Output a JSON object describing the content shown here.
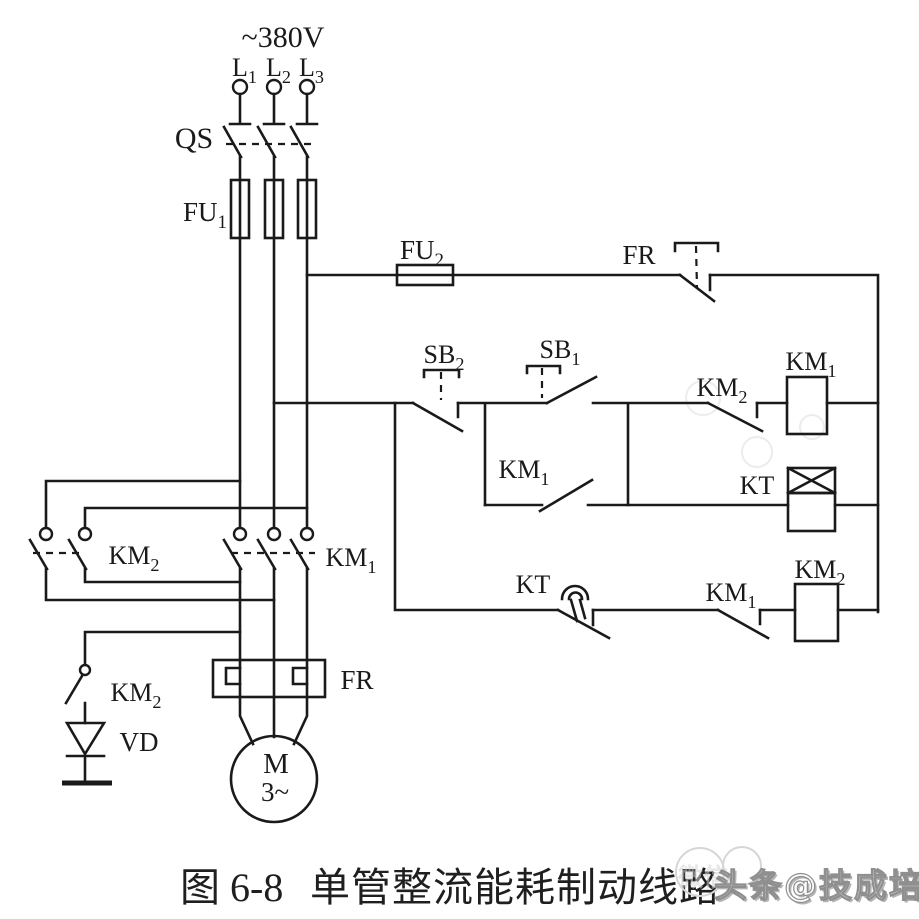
{
  "figure": {
    "supply": {
      "voltage": "~380V",
      "terminals": [
        {
          "base": "L",
          "sub": "1"
        },
        {
          "base": "L",
          "sub": "2"
        },
        {
          "base": "L",
          "sub": "3"
        }
      ]
    },
    "components": {
      "qs": "QS",
      "fu1": {
        "base": "FU",
        "sub": "1"
      },
      "fu2": {
        "base": "FU",
        "sub": "2"
      },
      "fr_nc": "FR",
      "sb2": {
        "base": "SB",
        "sub": "2"
      },
      "sb1": {
        "base": "SB",
        "sub": "1"
      },
      "km2_nc": {
        "base": "KM",
        "sub": "2"
      },
      "km1_coil": {
        "base": "KM",
        "sub": "1"
      },
      "km1_selflock": {
        "base": "KM",
        "sub": "1"
      },
      "kt_coil": "KT",
      "kt_nc": "KT",
      "km1_nc": {
        "base": "KM",
        "sub": "1"
      },
      "km2_coil": {
        "base": "KM",
        "sub": "2"
      },
      "km2_main": {
        "base": "KM",
        "sub": "2"
      },
      "km1_main": {
        "base": "KM",
        "sub": "1"
      },
      "km2_aux": {
        "base": "KM",
        "sub": "2"
      },
      "vd": "VD",
      "fr_heater": "FR",
      "motor": {
        "letter": "M",
        "phases": "3~"
      }
    },
    "caption": {
      "figure_no": "图 6-8",
      "title": "单管整流能耗制动线路"
    },
    "watermark": {
      "main": "头条@技成培训",
      "ghost": "微信"
    }
  },
  "colors": {
    "line": "#1a1a1a",
    "watermark_gray": "#9a9a9a",
    "ghost_gray": "#d9d9d9"
  }
}
